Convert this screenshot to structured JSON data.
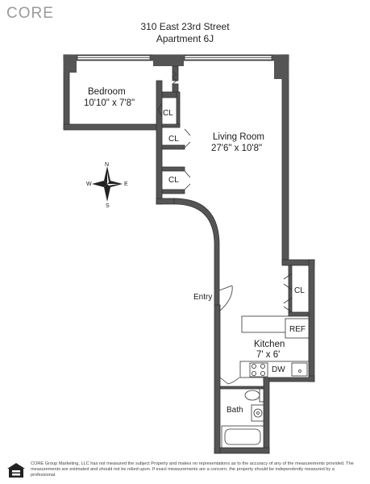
{
  "brand": {
    "logo_text": "CORE"
  },
  "listing": {
    "address_line1": "310 East 23rd Street",
    "address_line2": "Apartment 6J"
  },
  "rooms": {
    "bedroom": {
      "name": "Bedroom",
      "dims": "10'10\" x 7'8\""
    },
    "living_room": {
      "name": "Living Room",
      "dims": "27'6\" x 10'8\""
    },
    "kitchen": {
      "name": "Kitchen",
      "dims": "7' x 6'"
    },
    "bath": {
      "name": "Bath"
    },
    "entry": {
      "name": "Entry"
    }
  },
  "fixtures": {
    "closet": "CL",
    "refrigerator": "REF",
    "dishwasher": "DW"
  },
  "compass": {
    "n": "N",
    "s": "S",
    "e": "E",
    "w": "W"
  },
  "footer": {
    "disclaimer": "CORE Group Marketing, LLC has not measured the subject Property and makes no representations as to the accuracy of any of the measurements provided. The measurements are estimated and should not be relied upon. If exact measurements are a concern, the property should be independently measured by a professional."
  },
  "colors": {
    "wall": "#555555",
    "line": "#333333",
    "logo": "#9a9a9a"
  }
}
